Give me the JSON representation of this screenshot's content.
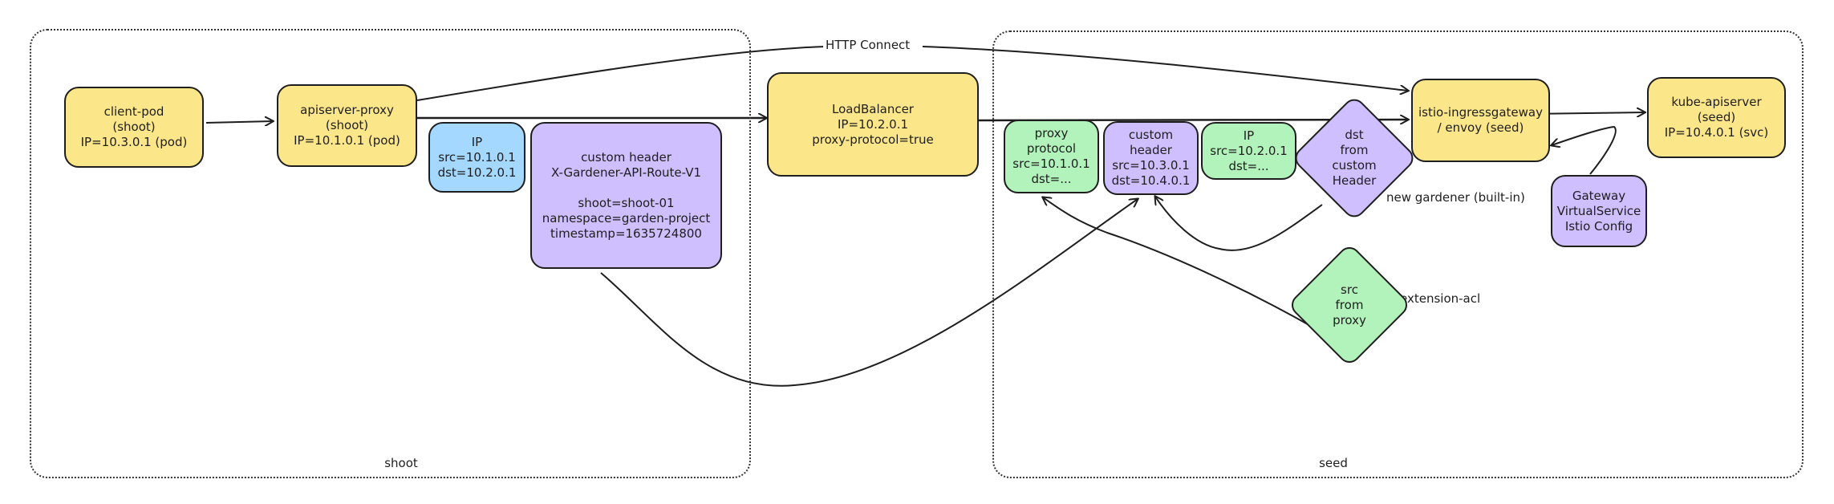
{
  "groups": {
    "shoot": "shoot",
    "seed": "seed"
  },
  "labels": {
    "http_connect": "HTTP Connect",
    "new_gardener": "new gardener (built-in)",
    "extension_acl": "extension-acl"
  },
  "nodes": {
    "client_pod": [
      "client-pod",
      "(shoot)",
      "IP=10.3.0.1 (pod)"
    ],
    "apiserver_proxy": [
      "apiserver-proxy",
      "(shoot)",
      "IP=10.1.0.1 (pod)"
    ],
    "ip_shoot": [
      "IP",
      "src=10.1.0.1",
      "dst=10.2.0.1"
    ],
    "custom_header_shoot": [
      "custom header",
      "X-Gardener-API-Route-V1",
      "",
      "shoot=shoot-01",
      "namespace=garden-project",
      "timestamp=1635724800"
    ],
    "loadbalancer": [
      "LoadBalancer",
      "IP=10.2.0.1",
      "proxy-protocol=true"
    ],
    "proxy_protocol": [
      "proxy",
      "protocol",
      "src=10.1.0.1",
      "dst=..."
    ],
    "custom_header_seed": [
      "custom",
      "header",
      "src=10.3.0.1",
      "dst=10.4.0.1"
    ],
    "ip_seed": [
      "IP",
      "src=10.2.0.1",
      "dst=..."
    ],
    "dst_diamond": [
      "dst",
      "from",
      "custom",
      "Header"
    ],
    "istio_gateway": [
      "istio-ingressgateway",
      "/ envoy (seed)"
    ],
    "kube_apiserver": [
      "kube-apiserver",
      "(seed)",
      "IP=10.4.0.1 (svc)"
    ],
    "gateway_config": [
      "Gateway",
      "VirtualService",
      "Istio Config"
    ],
    "src_diamond": [
      "src",
      "from",
      "proxy"
    ]
  },
  "colors": {
    "yellow": "#fce68a",
    "blue": "#a5d8ff",
    "green": "#b2f2bb",
    "purple": "#d0bfff",
    "stroke": "#1e1e1e"
  }
}
